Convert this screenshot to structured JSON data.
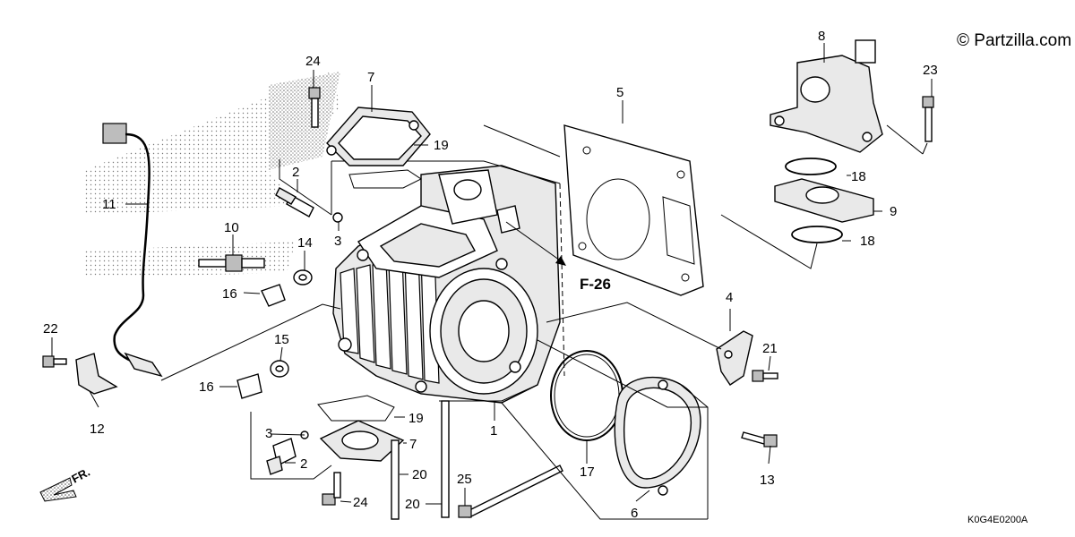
{
  "copyright": "© Partzilla.com",
  "diagram_code": "K0G4E0200A",
  "reference": "F-26",
  "front_marker": "FR.",
  "callouts": [
    {
      "id": "c1",
      "label": "1"
    },
    {
      "id": "c2a",
      "label": "2"
    },
    {
      "id": "c2b",
      "label": "2"
    },
    {
      "id": "c3a",
      "label": "3"
    },
    {
      "id": "c3b",
      "label": "3"
    },
    {
      "id": "c4",
      "label": "4"
    },
    {
      "id": "c5",
      "label": "5"
    },
    {
      "id": "c6",
      "label": "6"
    },
    {
      "id": "c7a",
      "label": "7"
    },
    {
      "id": "c7b",
      "label": "7"
    },
    {
      "id": "c8",
      "label": "8"
    },
    {
      "id": "c9",
      "label": "9"
    },
    {
      "id": "c10",
      "label": "10"
    },
    {
      "id": "c11",
      "label": "11"
    },
    {
      "id": "c12",
      "label": "12"
    },
    {
      "id": "c13",
      "label": "13"
    },
    {
      "id": "c14",
      "label": "14"
    },
    {
      "id": "c15",
      "label": "15"
    },
    {
      "id": "c16a",
      "label": "16"
    },
    {
      "id": "c16b",
      "label": "16"
    },
    {
      "id": "c17",
      "label": "17"
    },
    {
      "id": "c18a",
      "label": "18"
    },
    {
      "id": "c18b",
      "label": "18"
    },
    {
      "id": "c19a",
      "label": "19"
    },
    {
      "id": "c19b",
      "label": "19"
    },
    {
      "id": "c20a",
      "label": "20"
    },
    {
      "id": "c20b",
      "label": "20"
    },
    {
      "id": "c21",
      "label": "21"
    },
    {
      "id": "c22",
      "label": "22"
    },
    {
      "id": "c23",
      "label": "23"
    },
    {
      "id": "c24a",
      "label": "24"
    },
    {
      "id": "c24b",
      "label": "24"
    },
    {
      "id": "c25",
      "label": "25"
    }
  ]
}
